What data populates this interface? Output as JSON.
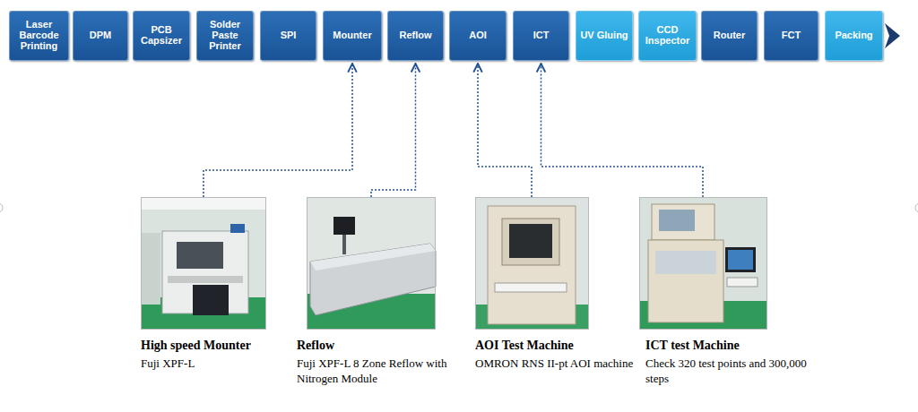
{
  "diagram": {
    "nodes": [
      {
        "text": [
          "Laser Barcode Printing"
        ]
      },
      {
        "text": [
          "DPM"
        ]
      },
      {
        "text": [
          "PCB Capsizer"
        ]
      },
      {
        "text": [
          "Solder Paste Printer"
        ]
      },
      {
        "text": [
          "SPI"
        ]
      },
      {
        "text": [
          "Mounter"
        ]
      },
      {
        "text": [
          "Reflow"
        ]
      },
      {
        "text": [
          "AOI"
        ]
      },
      {
        "text": [
          "ICT"
        ]
      },
      {
        "text": [
          "UV Gluing"
        ]
      },
      {
        "text": [
          "CCD Inspector"
        ]
      },
      {
        "text": [
          "Router"
        ]
      },
      {
        "text": [
          "FCT"
        ]
      },
      {
        "text": [
          "Packing"
        ]
      },
      {
        "text": [
          "High speed Mounter",
          "Fuji XPF-L"
        ]
      },
      {
        "text": [
          "Reflow",
          "Fuji XPF-L 8 Zone Reflow with Nitrogen Module"
        ]
      },
      {
        "text": [
          "AOI Test Machine",
          "OMRON RNS II-pt AOI machine"
        ]
      },
      {
        "text": [
          "ICT test Machine",
          "Check 320 test points and 300,000 steps"
        ]
      }
    ],
    "edges": [
      {
        "from": 14,
        "to": 5,
        "arrow": "to"
      },
      {
        "from": 15,
        "to": 6,
        "arrow": "to"
      },
      {
        "from": 16,
        "to": 7,
        "arrow": "to"
      },
      {
        "from": 17,
        "to": 8,
        "arrow": "to"
      }
    ]
  }
}
